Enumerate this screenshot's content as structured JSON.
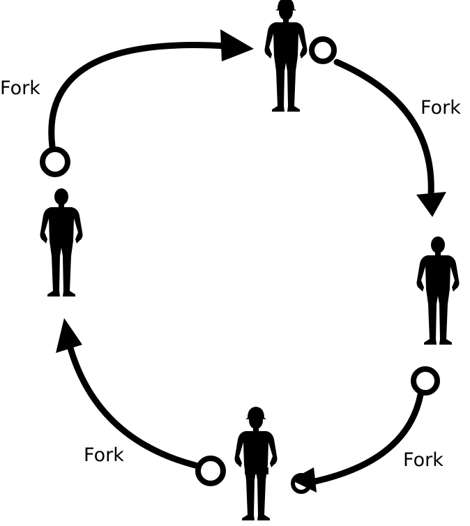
{
  "labels": {
    "top_left": "Fork",
    "top_right": "Fork",
    "bottom_left": "Fork",
    "bottom_right": "Fork"
  },
  "figures": [
    {
      "id": "top",
      "icon": "person-hardhat-silhouette-icon"
    },
    {
      "id": "right",
      "icon": "person-silhouette-icon"
    },
    {
      "id": "bottom",
      "icon": "worker-hardhat-toolbelt-silhouette-icon"
    },
    {
      "id": "left",
      "icon": "person-silhouette-icon"
    }
  ],
  "colors": {
    "ink": "#000000",
    "background": "#ffffff"
  }
}
